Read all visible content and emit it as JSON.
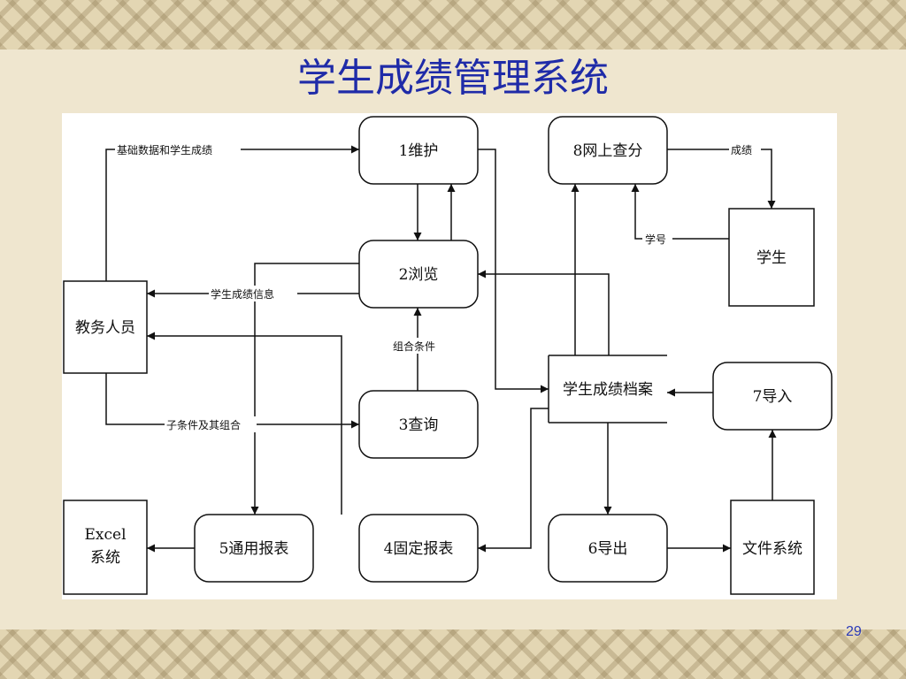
{
  "slide": {
    "title": "学生成绩管理系统",
    "page_number": "29"
  },
  "nodes": {
    "maintain": "1维护",
    "browse": "2浏览",
    "query": "3查询",
    "fixed_report": "4固定报表",
    "general_report": "5通用报表",
    "export": "6导出",
    "import": "7导入",
    "online_score": "8网上查分",
    "academic_staff": "教务人员",
    "student": "学生",
    "score_archive": "学生成绩档案",
    "excel_line1": "Excel",
    "excel_line2": "系统",
    "file_system": "文件系统"
  },
  "edge_labels": {
    "basic_data": "基础数据和学生成绩",
    "score_info": "学生成绩信息",
    "combined_cond": "组合条件",
    "sub_cond": "子条件及其组合",
    "score": "成绩",
    "student_id": "学号"
  }
}
